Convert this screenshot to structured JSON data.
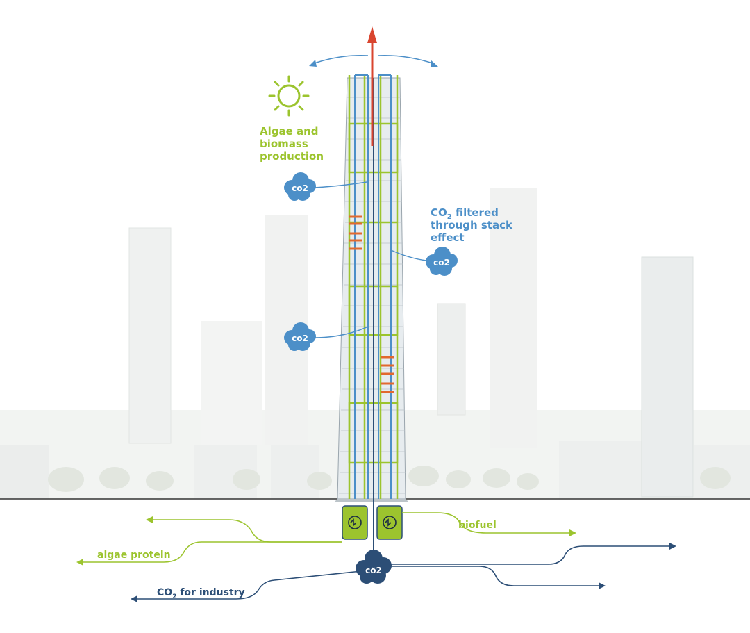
{
  "colors": {
    "green": "#9cc42e",
    "blue": "#4c8fc8",
    "navy": "#2c4e76",
    "red": "#d9452f",
    "orange": "#e2692f",
    "ground": "#333333"
  },
  "icons": [
    "sun-icon",
    "co2-cloud-icon",
    "recycle-icon",
    "arrow-up-icon"
  ],
  "labels": {
    "algae_line1": "Algae and",
    "algae_line2": "biomass",
    "algae_line3": "production",
    "filtered_line1_main": "CO",
    "filtered_line1_sub": "2",
    "filtered_line1_rest": " filtered",
    "filtered_line2": "through stack",
    "filtered_line3": "effect",
    "biofuel": "biofuel",
    "algae_protein": "algae protein",
    "industry_main": "CO",
    "industry_sub": "2",
    "industry_rest": " for industry",
    "cloud_text": "co2"
  }
}
